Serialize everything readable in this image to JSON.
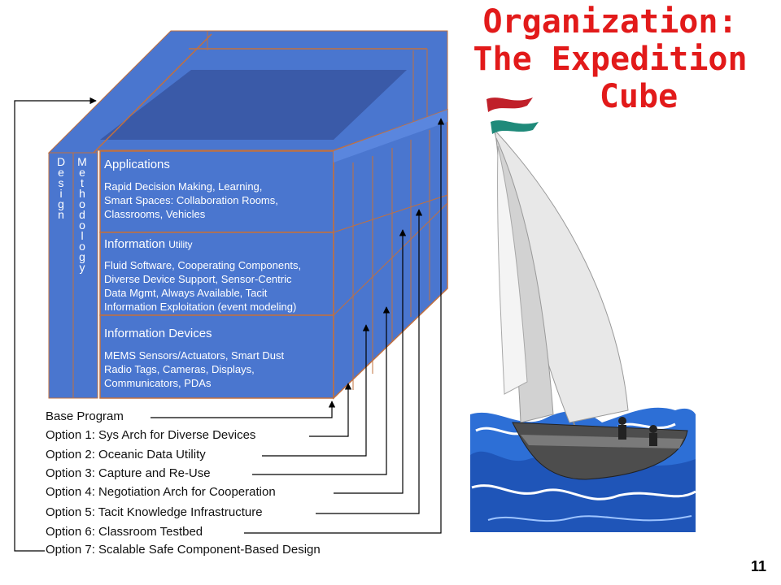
{
  "title": {
    "line1": "Organization:",
    "line2": "The Expedition",
    "line3": "Cube"
  },
  "cube": {
    "side_label_1": [
      "D",
      "e",
      "s",
      "i",
      "g",
      "n"
    ],
    "side_label_2": [
      "M",
      "e",
      "t",
      "h",
      "o",
      "d",
      "o",
      "l",
      "o",
      "g",
      "y"
    ],
    "layers": [
      {
        "title": "Applications",
        "title_small": "",
        "body": [
          "Rapid Decision Making, Learning,",
          "Smart Spaces: Collaboration Rooms,",
          "Classrooms, Vehicles"
        ]
      },
      {
        "title": "Information",
        "title_small": "Utility",
        "body": [
          "Fluid Software, Cooperating Components,",
          "Diverse Device Support, Sensor-Centric",
          "Data Mgmt, Always Available, Tacit",
          "Information Exploitation (event modeling)"
        ]
      },
      {
        "title": "Information Devices",
        "title_small": "",
        "body": [
          "MEMS Sensors/Actuators, Smart Dust",
          "Radio Tags, Cameras, Displays,",
          "Communicators, PDAs"
        ]
      }
    ]
  },
  "options": [
    "Base Program",
    "Option 1: Sys Arch for Diverse Devices",
    "Option 2: Oceanic Data Utility",
    "Option 3: Capture and Re-Use",
    "Option 4: Negotiation Arch for Cooperation",
    "Option 5: Tacit Knowledge Infrastructure",
    "Option 6: Classroom Testbed",
    "Option 7: Scalable Safe Component-Based Design"
  ],
  "page_number": "11",
  "colors": {
    "title": "#e21a1a",
    "cube_face": "#4a76cf",
    "cube_dark": "#3a5aa8",
    "cube_edge": "#c2703e",
    "sea": "#2d6fd6",
    "flag_red": "#c0202a",
    "flag_teal": "#1f8a7a"
  }
}
